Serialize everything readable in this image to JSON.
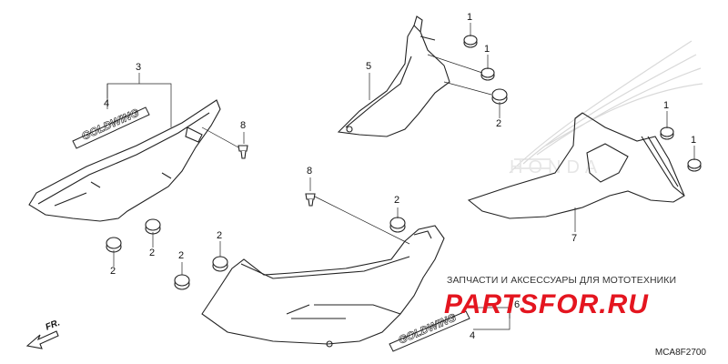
{
  "callouts": [
    {
      "id": "c1a",
      "label": "1"
    },
    {
      "id": "c1b",
      "label": "1"
    },
    {
      "id": "c1c",
      "label": "1"
    },
    {
      "id": "c1d",
      "label": "1"
    },
    {
      "id": "c2a",
      "label": "2"
    },
    {
      "id": "c2b",
      "label": "2"
    },
    {
      "id": "c2c",
      "label": "2"
    },
    {
      "id": "c2d",
      "label": "2"
    },
    {
      "id": "c2e",
      "label": "2"
    },
    {
      "id": "c2f",
      "label": "2"
    },
    {
      "id": "c3",
      "label": "3"
    },
    {
      "id": "c4a",
      "label": "4"
    },
    {
      "id": "c4b",
      "label": "4"
    },
    {
      "id": "c5",
      "label": "5"
    },
    {
      "id": "c6",
      "label": "6"
    },
    {
      "id": "c7",
      "label": "7"
    },
    {
      "id": "c8a",
      "label": "8"
    },
    {
      "id": "c8b",
      "label": "8"
    }
  ],
  "emblem_text": "GOLDWING",
  "watermark": {
    "text": "ЗАПЧАСТИ И АКСЕССУАРЫ ДЛЯ МОТОТЕХНИКИ",
    "logo": "PARTSFOR.RU",
    "logo_color": "#e4151f"
  },
  "front_arrow": {
    "label": "FR."
  },
  "diagram_code": "MCA8F2700"
}
